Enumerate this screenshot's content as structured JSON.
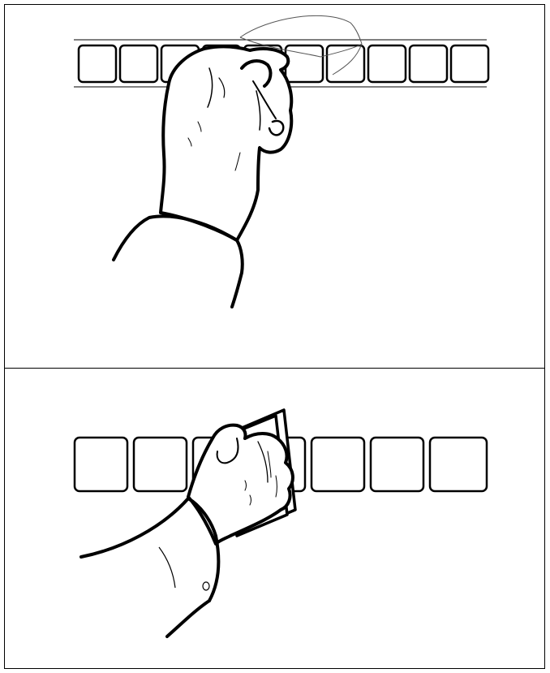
{
  "panels": [
    {
      "id": "top",
      "content": "hand-reaching-over-row-of-squares-with-transparent-sheet"
    },
    {
      "id": "bottom",
      "content": "hand-pressing-card-onto-row-of-squares"
    }
  ],
  "colors": {
    "line": "#000000",
    "background": "#ffffff",
    "thin_line": "#555555"
  }
}
